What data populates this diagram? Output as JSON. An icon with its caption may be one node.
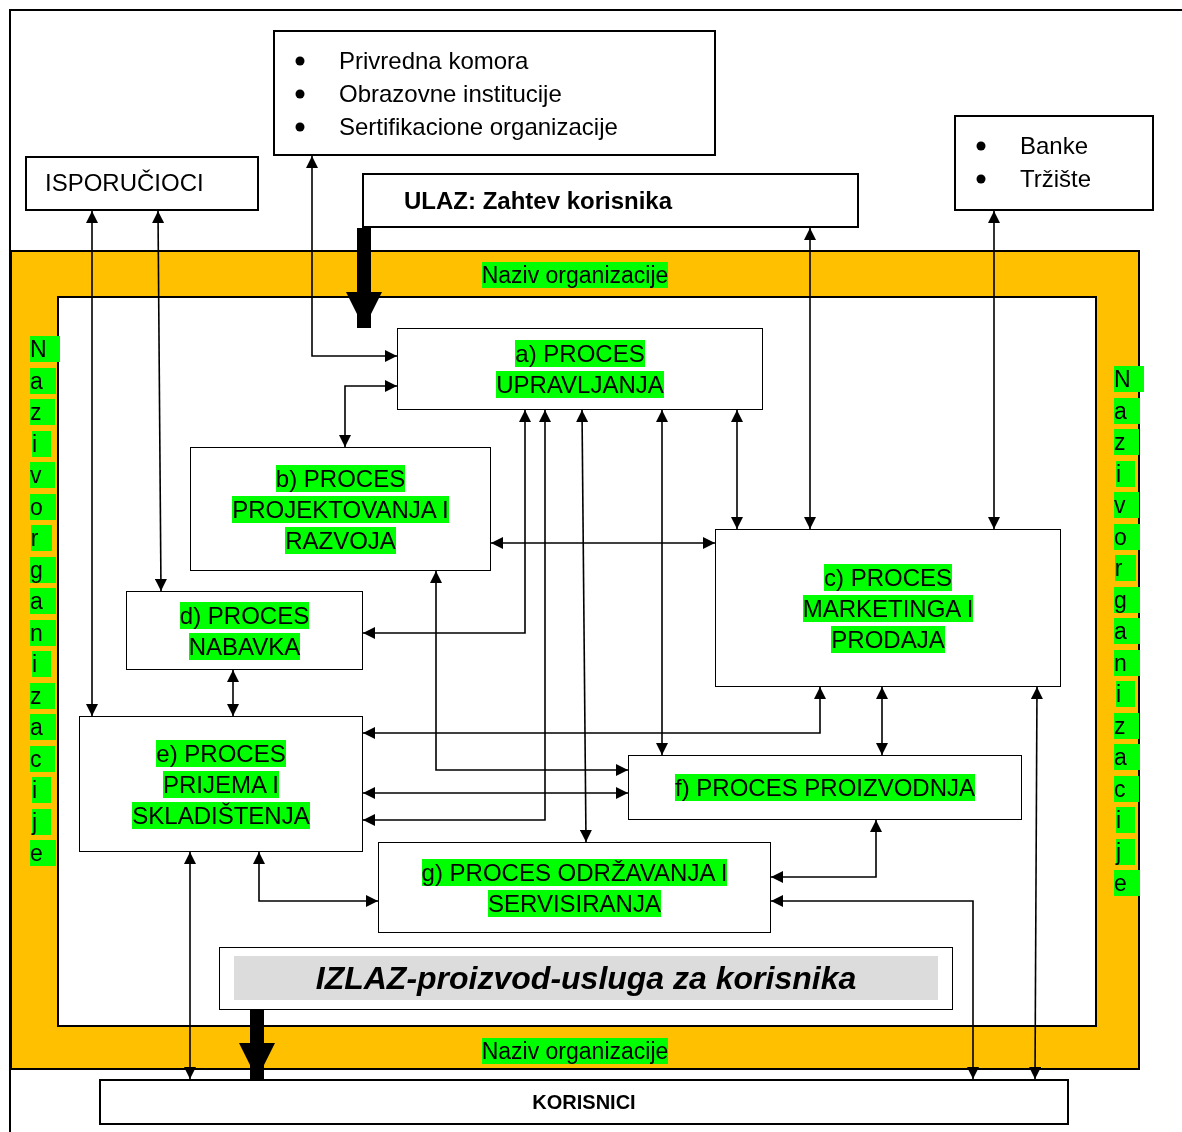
{
  "diagram": {
    "nodes": [
      {
        "text": [
          "Naziv organizacije",
          "Naziv organizacije",
          "Naziv organizacije",
          "Naziv organizacije"
        ]
      },
      {
        "text": [
          "Privredna komora",
          "Obrazovne institucije",
          "Sertifikacione organizacije"
        ]
      },
      {
        "text": [
          "ISPORUČIOCI"
        ]
      },
      {
        "text": [
          "ULAZ: Zahtev korisnika"
        ]
      },
      {
        "text": [
          "Banke",
          "Tržište"
        ]
      },
      {
        "text": [
          "a) PROCES UPRAVLJANJA"
        ],
        "in": 0
      },
      {
        "text": [
          "b) PROCES PROJEKTOVANJA I RAZVOJA"
        ],
        "in": 0
      },
      {
        "text": [
          "c) PROCES MARKETINGA I PRODAJA"
        ],
        "in": 0
      },
      {
        "text": [
          "d) PROCES NABAVKA"
        ],
        "in": 0
      },
      {
        "text": [
          "e) PROCES PRIJEMA I SKLADIŠTENJA"
        ],
        "in": 0
      },
      {
        "text": [
          "f) PROCES PROIZVODNJA"
        ],
        "in": 0
      },
      {
        "text": [
          "g) PROCES  ODRŽAVANJA I SERVISIRANJA"
        ],
        "in": 0
      },
      {
        "text": [
          "IZLAZ-proizvod-usluga za korisnika"
        ],
        "in": 0
      },
      {
        "text": [
          "KORISNICI"
        ]
      }
    ],
    "edges": [
      {
        "from": 1,
        "to": 5,
        "arrow": "both"
      },
      {
        "from": 3,
        "to": 5,
        "arrow": "to",
        "style": "thick"
      },
      {
        "from": 5,
        "to": 6,
        "arrow": "both"
      },
      {
        "from": 2,
        "to": 9,
        "arrow": "both"
      },
      {
        "from": 2,
        "to": 8,
        "arrow": "both"
      },
      {
        "from": 6,
        "to": 7,
        "arrow": "both"
      },
      {
        "from": 5,
        "to": 8,
        "arrow": "both"
      },
      {
        "from": 5,
        "to": 9,
        "arrow": "both"
      },
      {
        "from": 5,
        "to": 11,
        "arrow": "both"
      },
      {
        "from": 5,
        "to": 10,
        "arrow": "both"
      },
      {
        "from": 5,
        "to": 7,
        "arrow": "both"
      },
      {
        "from": 3,
        "to": 7,
        "arrow": "both"
      },
      {
        "from": 4,
        "to": 7,
        "arrow": "both"
      },
      {
        "from": 6,
        "to": 10,
        "arrow": "both"
      },
      {
        "from": 8,
        "to": 9,
        "arrow": "both"
      },
      {
        "from": 7,
        "to": 9,
        "arrow": "both"
      },
      {
        "from": 9,
        "to": 10,
        "arrow": "both"
      },
      {
        "from": 7,
        "to": 10,
        "arrow": "both"
      },
      {
        "from": 10,
        "to": 11,
        "arrow": "both"
      },
      {
        "from": 9,
        "to": 13,
        "arrow": "both"
      },
      {
        "from": 9,
        "to": 11,
        "arrow": "both"
      },
      {
        "from": 11,
        "to": 13,
        "arrow": "both"
      },
      {
        "from": 7,
        "to": 13,
        "arrow": "both"
      },
      {
        "from": 12,
        "to": 13,
        "arrow": "to",
        "style": "thick"
      }
    ]
  }
}
